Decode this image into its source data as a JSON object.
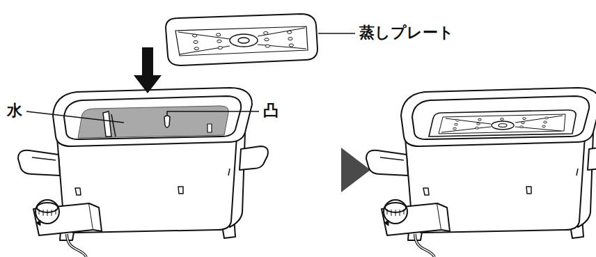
{
  "diagram": {
    "labels": [
      "蒸しプレート",
      "水",
      "凸"
    ]
  }
}
